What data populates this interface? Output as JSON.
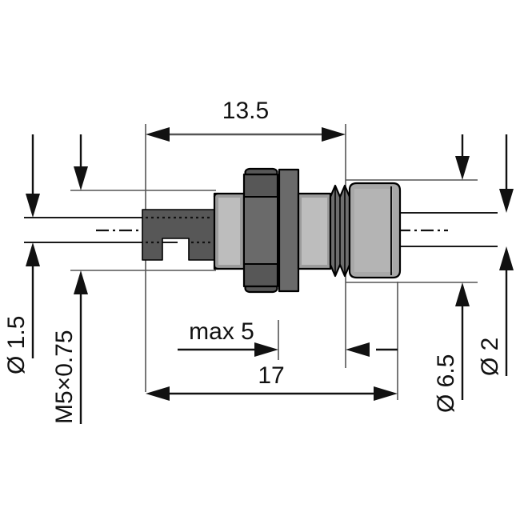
{
  "drawing": {
    "title": "Dimensioned technical drawing of a panel-mount socket / binding post",
    "background_color": "#ffffff",
    "line_color": "#111111",
    "extension_line_color": "#555555"
  },
  "dimensions": {
    "top": {
      "label": "13.5",
      "orientation": "horizontal",
      "name": "dimension-13-5"
    },
    "bottom_upper": {
      "label": "max 5",
      "orientation": "horizontal",
      "name": "dimension-max-5"
    },
    "bottom_lower": {
      "label": "17",
      "orientation": "horizontal",
      "name": "dimension-17"
    },
    "left_outer": {
      "label": "Ø 1.5",
      "orientation": "vertical",
      "name": "dimension-dia-1-5"
    },
    "left_inner": {
      "label": "M5×0.75",
      "orientation": "vertical",
      "name": "dimension-m5x0-75"
    },
    "right_inner": {
      "label": "Ø 6.5",
      "orientation": "vertical",
      "name": "dimension-dia-6-5"
    },
    "right_outer": {
      "label": "Ø 2",
      "orientation": "vertical",
      "name": "dimension-dia-2"
    }
  },
  "part": {
    "colors": {
      "dark_gray": "#575757",
      "mid_gray": "#6e6e6e",
      "light_gray": "#9c9c9c",
      "lighter_gray": "#b4b4b4",
      "highlight_gray": "#c9c9c9",
      "outline": "#000000"
    },
    "features": [
      {
        "name": "solder-tag-pin",
        "note": "flat slotted terminal tag at left"
      },
      {
        "name": "shoulder-collar",
        "note": "cylindrical collar left of the nut"
      },
      {
        "name": "hex-nut",
        "note": "hexagonal mounting nut"
      },
      {
        "name": "flange-washer",
        "note": "flat flange / washer right of hex nut"
      },
      {
        "name": "threaded-barrel",
        "note": "M5x0.75 threaded barrel"
      },
      {
        "name": "ribbed-transition",
        "note": "ribbed / knurled transition ring"
      },
      {
        "name": "end-cap",
        "note": "insulated end cap at right"
      }
    ]
  }
}
